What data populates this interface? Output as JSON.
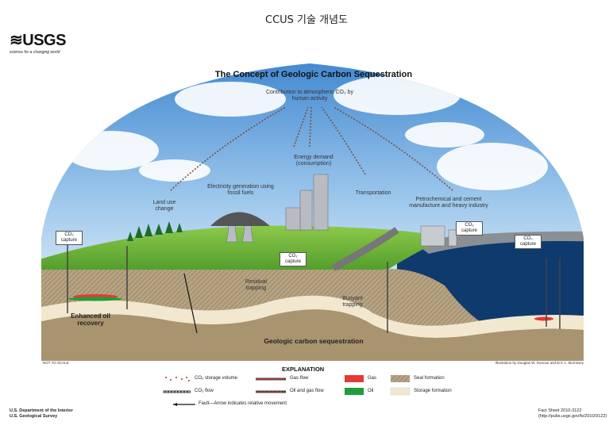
{
  "header": {
    "title": "CCUS 기술 개념도"
  },
  "logo": {
    "wordmark": "≋USGS",
    "tagline": "science for a changing world"
  },
  "diagram": {
    "title": "The Concept of Geologic Carbon Sequestration",
    "labels": {
      "contribution": "Contribution to atmospheric CO₂ by human activity",
      "energy_demand": "Energy demand (consumption)",
      "electricity": "Electricity generation using fossil fuels",
      "land_use": "Land use change",
      "transportation": "Transportation",
      "petrochemical": "Petrochemical and cement manufacture and heavy industry",
      "residual": "Residual trapping",
      "buoyant": "Buoyant trapping",
      "enhanced_oil": "Enhanced oil recovery",
      "geologic": "Geologic carbon sequestration",
      "not_to_scale": "NOT TO SCALE",
      "illustration": "Illustration by Douglas W. Duncan and Eric A. Morrissey"
    },
    "capture_label": "CO₂ capture"
  },
  "explanation": {
    "heading": "EXPLANATION",
    "items": {
      "co2_storage": "CO₂ storage volume",
      "co2_flow": "CO₂ flow",
      "gas_flow": "Gas flow",
      "oil_gas_flow": "Oil and gas flow",
      "gas": "Gas",
      "oil": "Oil",
      "seal": "Seal formation",
      "storage": "Storage formation",
      "fault": "Fault—Arrow indicates relative movement"
    }
  },
  "footer": {
    "dept_line1": "U.S. Department of the Interior",
    "dept_line2": "U.S. Geological Survey",
    "fact_sheet": "Fact Sheet 2010-3122",
    "url": "(http://pubs.usgs.gov/fs/2010/3122)"
  },
  "colors": {
    "gas": "#e53935",
    "oil": "#1e9e3a",
    "sky": "#7fb6e6",
    "grass": "#6fb83a",
    "sea": "#0e3a6e",
    "seal": "#b9a98a",
    "storage": "#f1e8cf"
  }
}
